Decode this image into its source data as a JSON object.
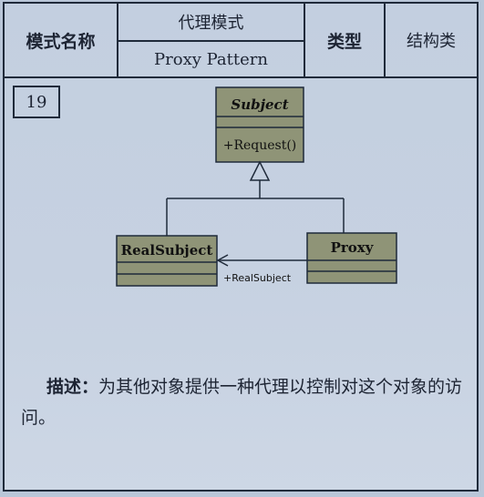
{
  "header": {
    "pattern_name_label": "模式名称",
    "pattern_name_zh": "代理模式",
    "pattern_name_en": "Proxy Pattern",
    "type_label": "类型",
    "type_value": "结构类"
  },
  "pattern_number": "19",
  "diagram": {
    "subject": {
      "name": "Subject",
      "operation": "+Request()"
    },
    "real_subject": {
      "name": "RealSubject"
    },
    "proxy": {
      "name": "Proxy"
    },
    "association_label": "+RealSubject",
    "colors": {
      "class_fill": "#8f9477",
      "line": "#1f2a3a"
    }
  },
  "description": {
    "label": "描述：",
    "text": "为其他对象提供一种代理以控制对这个对象的访问。"
  }
}
